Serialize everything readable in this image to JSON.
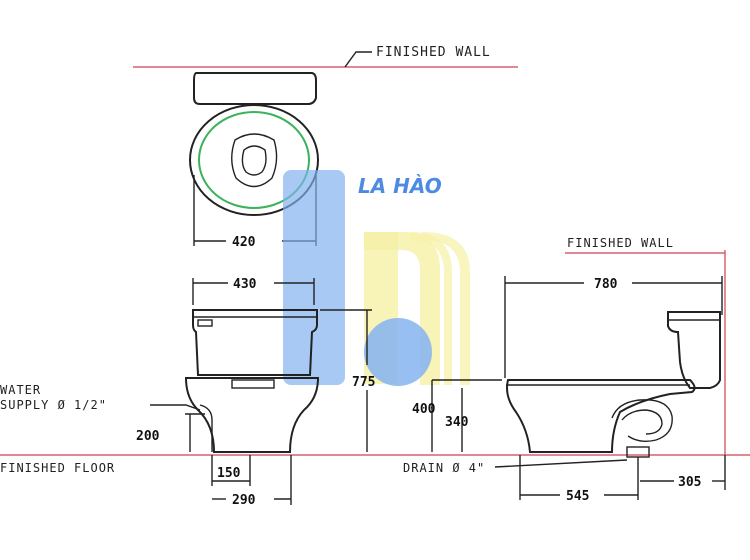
{
  "labels": {
    "finished_wall_top": "FINISHED WALL",
    "finished_wall_right": "FINISHED WALL",
    "water_supply_line1": "WATER",
    "water_supply_line2": "SUPPLY Ø 1/2\"",
    "finished_floor": "FINISHED FLOOR",
    "drain": "DRAIN Ø 4\""
  },
  "dimensions": {
    "top_width": "420",
    "tank_width": "430",
    "overall_depth": "780",
    "height_total": "775",
    "seat_height": "400",
    "rim_height": "340",
    "supply_height": "200",
    "supply_offset": "150",
    "base_width": "290",
    "drain_distance": "545",
    "wall_offset": "305"
  },
  "watermark": {
    "brand": "LA HÀO",
    "color_blue": "#7fb0ee",
    "color_yellow": "#f6f0a0"
  }
}
